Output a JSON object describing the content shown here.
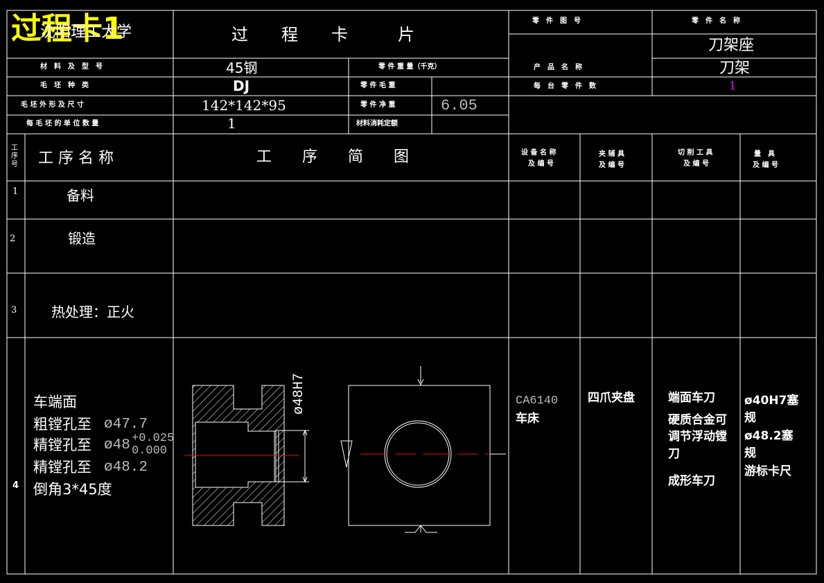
{
  "overlay_title": "过程卡1",
  "header": {
    "school": "沈阳理工大学",
    "card_title": "过　　程　　卡　　　片",
    "part_drawing_no_label": "零　件　图　号",
    "part_name_label": "零　件　名　称",
    "part_name": "刀架座",
    "product_name_label": "产　品　名　称",
    "product_name": "刀架",
    "per_unit_qty_label": "每　台　零　件　数",
    "per_unit_qty": "1"
  },
  "material": {
    "material_label": "材　料　及　型　号",
    "material_value": "45钢",
    "part_weight_label": "零 件 重 量（千克）",
    "blank_type_label": "毛　坯　种　类",
    "blank_type_value": "DJ",
    "gross_weight_label": "零 件 毛 重",
    "blank_size_label": "毛 坯 外 形 及 尺 寸",
    "blank_size_value": "142*142*95",
    "net_weight_label": "零 件 净 重",
    "net_weight_value": "6.05",
    "parts_per_blank_label": "每 毛 坯 的 单 位 数 量",
    "parts_per_blank_value": "1",
    "consumption_label": "材料消耗定额"
  },
  "columns": {
    "seq_label": "工序号",
    "op_name_label": "工 序 名 称",
    "sketch_label": "工　　序　　简　　图",
    "equipment_label_1": "设 备 名 称",
    "equipment_label_2": "及 编 号",
    "fixture_label_1": "夹 辅 具",
    "fixture_label_2": "及 编 号",
    "tool_label_1": "切 削 工 具",
    "tool_label_2": "及 编 号",
    "gauge_label_1": "量　具",
    "gauge_label_2": "及 编 号"
  },
  "operations": [
    {
      "no": "1",
      "name": "备料"
    },
    {
      "no": "2",
      "name": "锻造"
    },
    {
      "no": "3",
      "name": "热处理：正火"
    },
    {
      "no": "4",
      "steps": [
        "车端面",
        "粗镗孔至",
        "精镗孔至",
        "精镗孔至",
        "倒角3*45度"
      ],
      "dims": [
        "ø47.7",
        "ø48",
        "ø48.2"
      ],
      "tol_upper": "+0.025",
      "tol_lower": "0.000",
      "equipment_1": "CA6140",
      "equipment_2": "车床",
      "fixture": "四爪夹盘",
      "tools": [
        "端面车刀",
        "硬质合金可",
        "调节浮动镗",
        "刀",
        "成形车刀"
      ],
      "gauges": [
        "ø40H7塞",
        "规",
        "ø48.2塞",
        "规",
        "游标卡尺"
      ]
    }
  ],
  "sketch": {
    "dim_label": "ø48H7"
  },
  "colors": {
    "background": "#000000",
    "lines": "#ffffff",
    "overlay": "#ffff00",
    "centerline": "#ff0000",
    "qty": "#ff00ff"
  }
}
